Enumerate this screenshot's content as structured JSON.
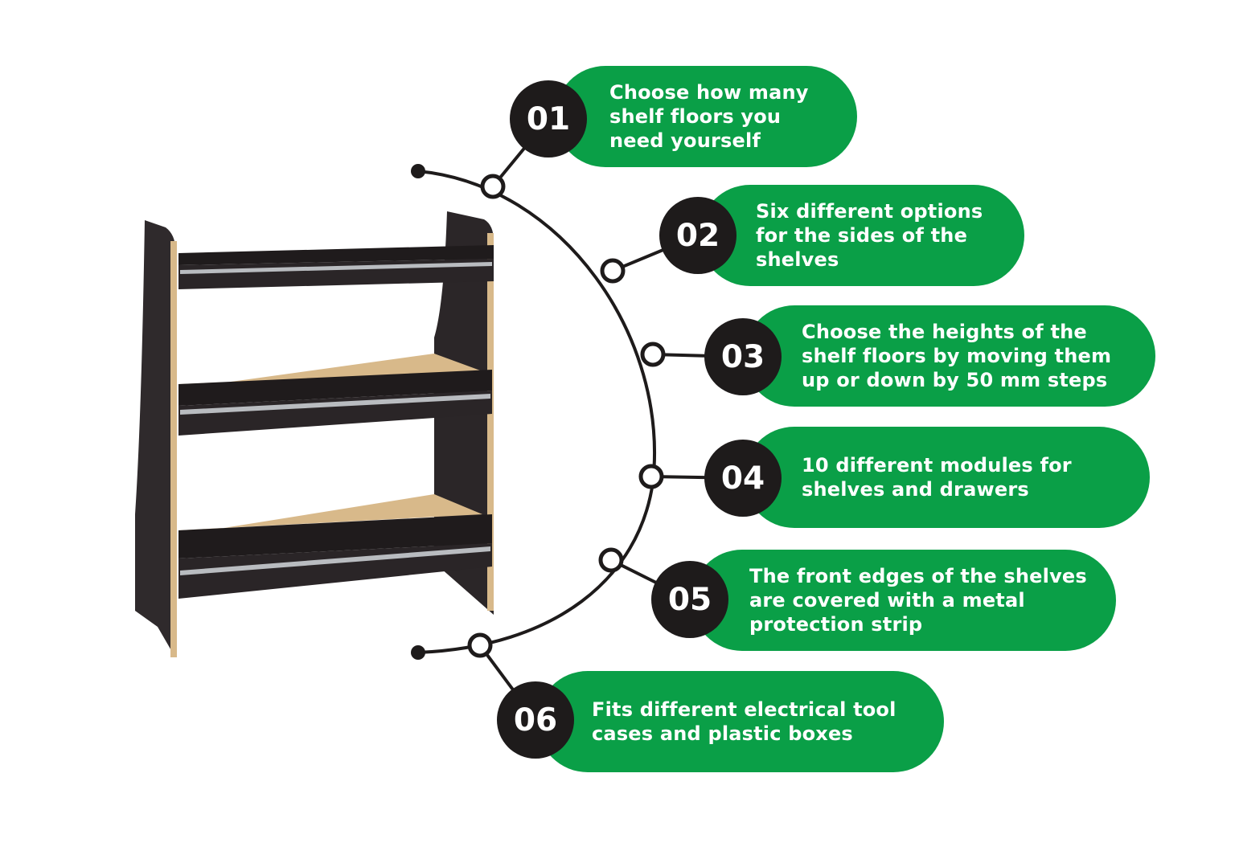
{
  "colors": {
    "pill": "#0a9f47",
    "badge": "#1e1b1b",
    "line": "#1e1b1b",
    "shelf_dark": "#2a2527",
    "plywood_edge": "#d8b98a",
    "metal_strip": "#b9bcc0"
  },
  "illustration": {
    "subject": "three-tier black van shelving unit"
  },
  "features": [
    {
      "number": "01",
      "text": "Choose how many shelf floors you need yourself"
    },
    {
      "number": "02",
      "text": "Six different options for the sides of the shelves"
    },
    {
      "number": "03",
      "text": "Choose the heights of the shelf floors by moving them up or down by 50 mm steps"
    },
    {
      "number": "04",
      "text": "10 different modules for shelves and drawers"
    },
    {
      "number": "05",
      "text": "The front edges of the shelves are covered with a metal protection strip"
    },
    {
      "number": "06",
      "text": "Fits different electrical tool cases and plastic boxes"
    }
  ]
}
